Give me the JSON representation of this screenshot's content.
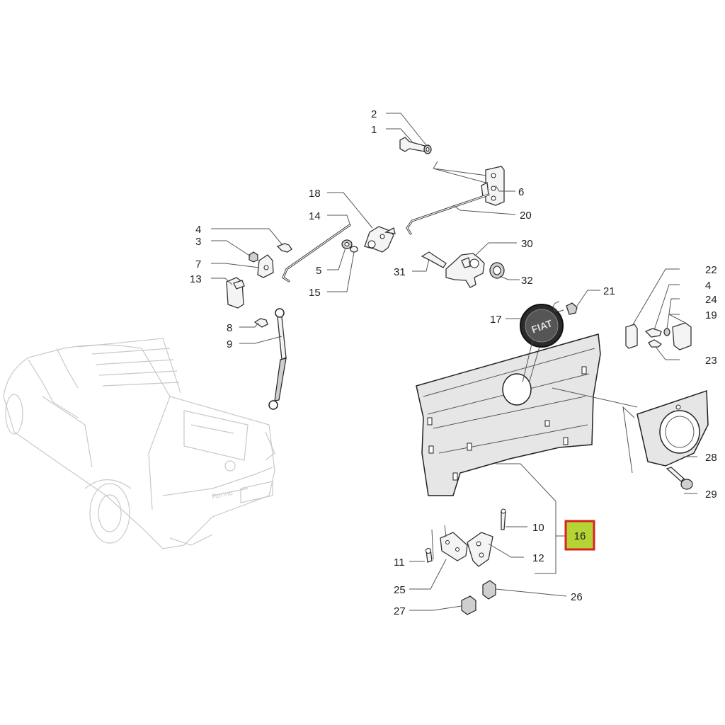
{
  "diagram": {
    "callouts": [
      {
        "id": "c1",
        "text": "1"
      },
      {
        "id": "c2",
        "text": "2"
      },
      {
        "id": "c3",
        "text": "3"
      },
      {
        "id": "c4a",
        "text": "4"
      },
      {
        "id": "c4b",
        "text": "4"
      },
      {
        "id": "c5",
        "text": "5"
      },
      {
        "id": "c6",
        "text": "6"
      },
      {
        "id": "c7",
        "text": "7"
      },
      {
        "id": "c8",
        "text": "8"
      },
      {
        "id": "c9",
        "text": "9"
      },
      {
        "id": "c10",
        "text": "10"
      },
      {
        "id": "c11",
        "text": "11"
      },
      {
        "id": "c12",
        "text": "12"
      },
      {
        "id": "c13",
        "text": "13"
      },
      {
        "id": "c14",
        "text": "14"
      },
      {
        "id": "c15",
        "text": "15"
      },
      {
        "id": "c17",
        "text": "17"
      },
      {
        "id": "c18",
        "text": "18"
      },
      {
        "id": "c19",
        "text": "19"
      },
      {
        "id": "c20",
        "text": "20"
      },
      {
        "id": "c21",
        "text": "21"
      },
      {
        "id": "c22",
        "text": "22"
      },
      {
        "id": "c23",
        "text": "23"
      },
      {
        "id": "c24",
        "text": "24"
      },
      {
        "id": "c25",
        "text": "25"
      },
      {
        "id": "c26",
        "text": "26"
      },
      {
        "id": "c27",
        "text": "27"
      },
      {
        "id": "c28",
        "text": "28"
      },
      {
        "id": "c29",
        "text": "29"
      },
      {
        "id": "c30",
        "text": "30"
      },
      {
        "id": "c31",
        "text": "31"
      },
      {
        "id": "c32",
        "text": "32"
      }
    ],
    "highlighted": {
      "text": "16",
      "fill": "#b5d334",
      "border": "#d9231f"
    },
    "badge_text": "FIAT",
    "truck_badge": "Fiorino"
  }
}
